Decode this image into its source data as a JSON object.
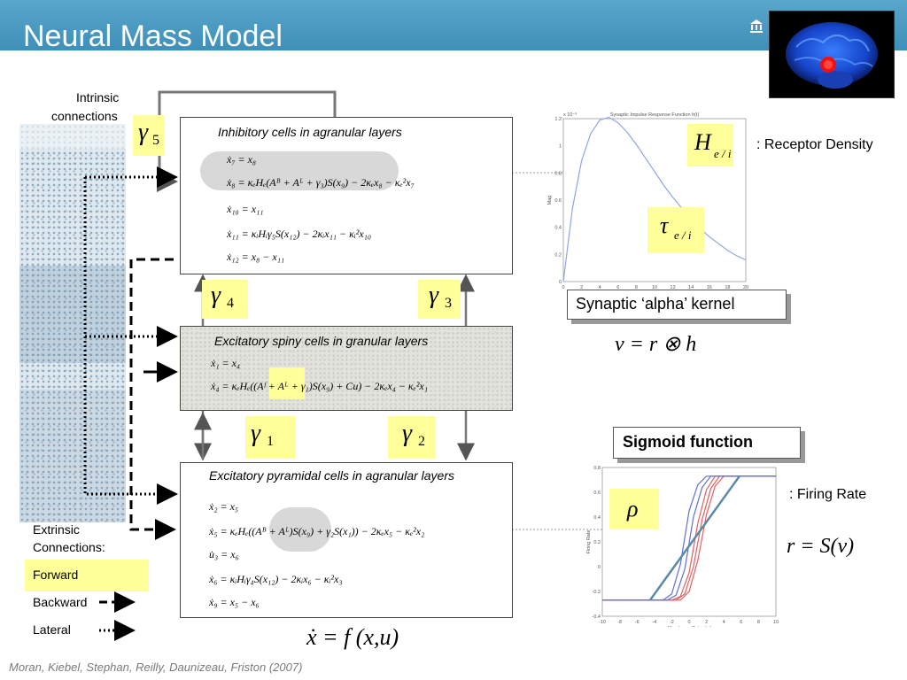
{
  "slide": {
    "title": "Neural Mass Model",
    "citation": "Moran, Kiebel, Stephan, Reilly, Daunizeau, Friston (2007)"
  },
  "labels": {
    "intrinsic_line1": "Intrinsic",
    "intrinsic_line2": "connections",
    "extrinsic_line1": "Extrinsic",
    "extrinsic_line2": "Connections:",
    "forward": "Forward",
    "backward": "Backward",
    "lateral": "Lateral"
  },
  "gammas": {
    "g5": "5",
    "g4": "4",
    "g3": "3",
    "g1": "1",
    "g2": "2"
  },
  "panels": {
    "inhibitory": {
      "title": "Inhibitory cells in agranular layers",
      "eqs": [
        "ẋ₇ = x₈",
        "ẋ₈ = κₑHₑ(Aᴮ + Aᴸ + γ₃)S(x₉) − 2κₑx₈ − κₑ²x₇",
        "ẋ₁₀ = x₁₁",
        "ẋ₁₁ = κᵢHᵢγ₅S(x₁₂) − 2κᵢx₁₁ − κᵢ²x₁₀",
        "ẋ₁₂ = x₈ − x₁₁"
      ]
    },
    "spiny": {
      "title": "Excitatory spiny cells in granular layers",
      "eqs": [
        "ẋ₁ = x₄",
        "ẋ₄ = κₑHₑ((Aᶠ + Aᴸ + γ₁)S(x₉) + Cu) − 2κₑx₄ − κₑ²x₁"
      ]
    },
    "pyramidal": {
      "title": "Excitatory pyramidal cells in agranular layers",
      "eqs": [
        "ẋ₂ = x₅",
        "ẋ₅ = κₑHₑ((Aᴮ + Aᴸ)S(x₉) + γ₂S(x₁)) − 2κₑx₅ − κₑ²x₂",
        "u̇₃ = x₆",
        "ẋ₆ = κᵢHᵢγ₄S(x₁₂) − 2κᵢx₆ − κᵢ²x₃",
        "ẋ₉ = x₅ − x₆"
      ]
    }
  },
  "equations": {
    "state": "ẋ = f (x,u)",
    "conv": "v = r ⊗ h",
    "rate": "r = S(v)"
  },
  "right": {
    "H_main": "H",
    "H_sub": "e / i",
    "tau_main": "τ",
    "tau_sub": "e / i",
    "receptor": ": Receptor Density",
    "kernel_label": "Synaptic ‘alpha’ kernel",
    "sigmoid_label": "Sigmoid function",
    "rho": "ρ",
    "firing": ": Firing Rate"
  },
  "chart_data": [
    {
      "type": "line",
      "title": "Synaptic Impulse Response Function h(t)",
      "xlabel": "",
      "ylabel": "Mag",
      "exponent_label": "x 10⁻³",
      "xlim": [
        0,
        20
      ],
      "ylim": [
        0,
        1.2
      ],
      "x_ticks": [
        0,
        2,
        4,
        6,
        8,
        10,
        12,
        14,
        16,
        18,
        20
      ],
      "y_ticks": [
        0,
        0.2,
        0.4,
        0.6,
        0.8,
        1,
        1.2
      ],
      "series": [
        {
          "x": [
            0,
            1,
            2,
            3,
            4,
            5,
            6,
            7,
            8,
            9,
            10,
            11,
            12,
            13,
            14,
            15,
            16,
            17,
            18,
            19,
            20
          ],
          "values": [
            0,
            0.54,
            0.89,
            1.09,
            1.19,
            1.21,
            1.17,
            1.1,
            1.01,
            0.91,
            0.81,
            0.71,
            0.62,
            0.54,
            0.46,
            0.39,
            0.33,
            0.28,
            0.23,
            0.19,
            0.16
          ]
        }
      ],
      "color": "#8fa5e8"
    },
    {
      "type": "line",
      "title": "",
      "xlabel": "Membrane Potential",
      "ylabel": "Firing Rate",
      "xlim": [
        -10,
        10
      ],
      "ylim": [
        -0.4,
        0.8
      ],
      "x_ticks": [
        -10,
        -8,
        -6,
        -4,
        -2,
        0,
        2,
        4,
        6,
        8,
        10
      ],
      "y_ticks": [
        -0.4,
        -0.2,
        0,
        0.2,
        0.4,
        0.6,
        0.8
      ],
      "series": [
        {
          "x": [
            -10,
            -2,
            -1,
            0,
            1,
            2,
            3,
            10
          ],
          "values": [
            -0.27,
            -0.27,
            -0.24,
            -0.05,
            0.35,
            0.62,
            0.73,
            0.73
          ],
          "color": "#e06060"
        },
        {
          "x": [
            -10,
            -1.5,
            -0.5,
            0.5,
            1.5,
            2.5,
            3.5,
            10
          ],
          "values": [
            -0.27,
            -0.27,
            -0.22,
            0.0,
            0.38,
            0.63,
            0.73,
            0.73
          ],
          "color": "#e06060"
        },
        {
          "x": [
            -10,
            -1,
            0,
            1,
            2,
            3,
            4,
            10
          ],
          "values": [
            -0.27,
            -0.27,
            -0.2,
            0.05,
            0.42,
            0.65,
            0.73,
            0.73
          ],
          "color": "#e06060"
        },
        {
          "x": [
            -10,
            -2.5,
            -1.5,
            -0.5,
            0.5,
            1.5,
            2.5,
            10
          ],
          "values": [
            -0.27,
            -0.27,
            -0.23,
            -0.02,
            0.4,
            0.64,
            0.73,
            0.73
          ],
          "color": "#6070d0"
        },
        {
          "x": [
            -10,
            -3,
            -2,
            -1,
            0,
            1,
            2,
            10
          ],
          "values": [
            -0.27,
            -0.27,
            -0.22,
            0.02,
            0.45,
            0.66,
            0.73,
            0.73
          ],
          "color": "#6070d0"
        },
        {
          "x": [
            -4.5,
            5.8
          ],
          "values": [
            -0.27,
            0.73
          ],
          "color": "#5a8aa6"
        }
      ]
    }
  ]
}
